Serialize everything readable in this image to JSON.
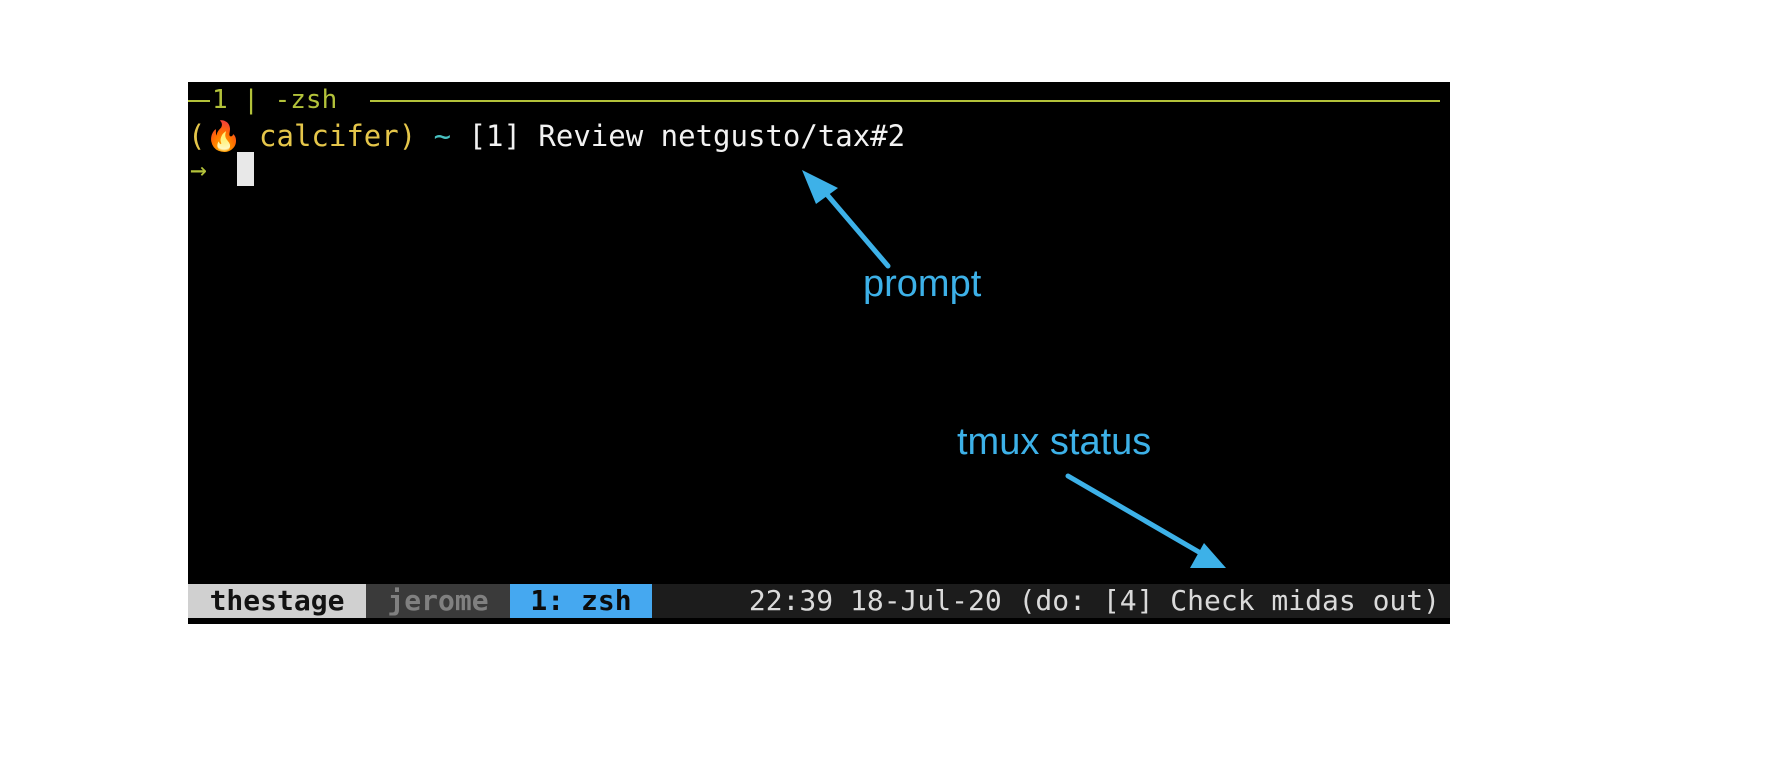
{
  "terminal": {
    "pane_border_title": "1 | -zsh",
    "prompt": {
      "open_paren": "(",
      "emoji": "🔥",
      "host": "calcifer)",
      "tilde": "~",
      "task": "[1] Review netgusto/tax#2"
    },
    "input_arrow": "→"
  },
  "status_bar": {
    "session": "thestage",
    "user": "jerome",
    "window": "1: zsh",
    "right_info": "22:39 18-Jul-20 (do: [4] Check midas out)"
  },
  "annotations": {
    "prompt_label": "prompt",
    "tmux_status_label": "tmux status"
  },
  "colors": {
    "terminal_background": "#000000",
    "border_green": "#b3c23a",
    "prompt_yellow": "#e5c64a",
    "tilde_cyan": "#48c1c1",
    "status_window_blue": "#45a8f0",
    "annotation_blue": "#3db1e8"
  }
}
